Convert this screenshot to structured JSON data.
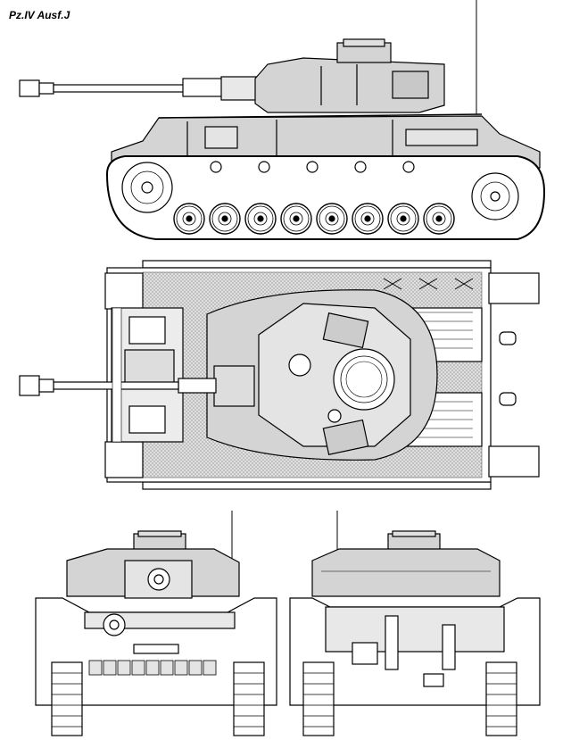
{
  "title": "Pz.IV Ausf.J",
  "views": [
    "side-view",
    "top-view",
    "front-view",
    "rear-view"
  ],
  "colors": {
    "hull_fill": "#d4d4d4",
    "line": "#000000",
    "deck_hatch": "#a8a8a8",
    "background": "#ffffff"
  }
}
